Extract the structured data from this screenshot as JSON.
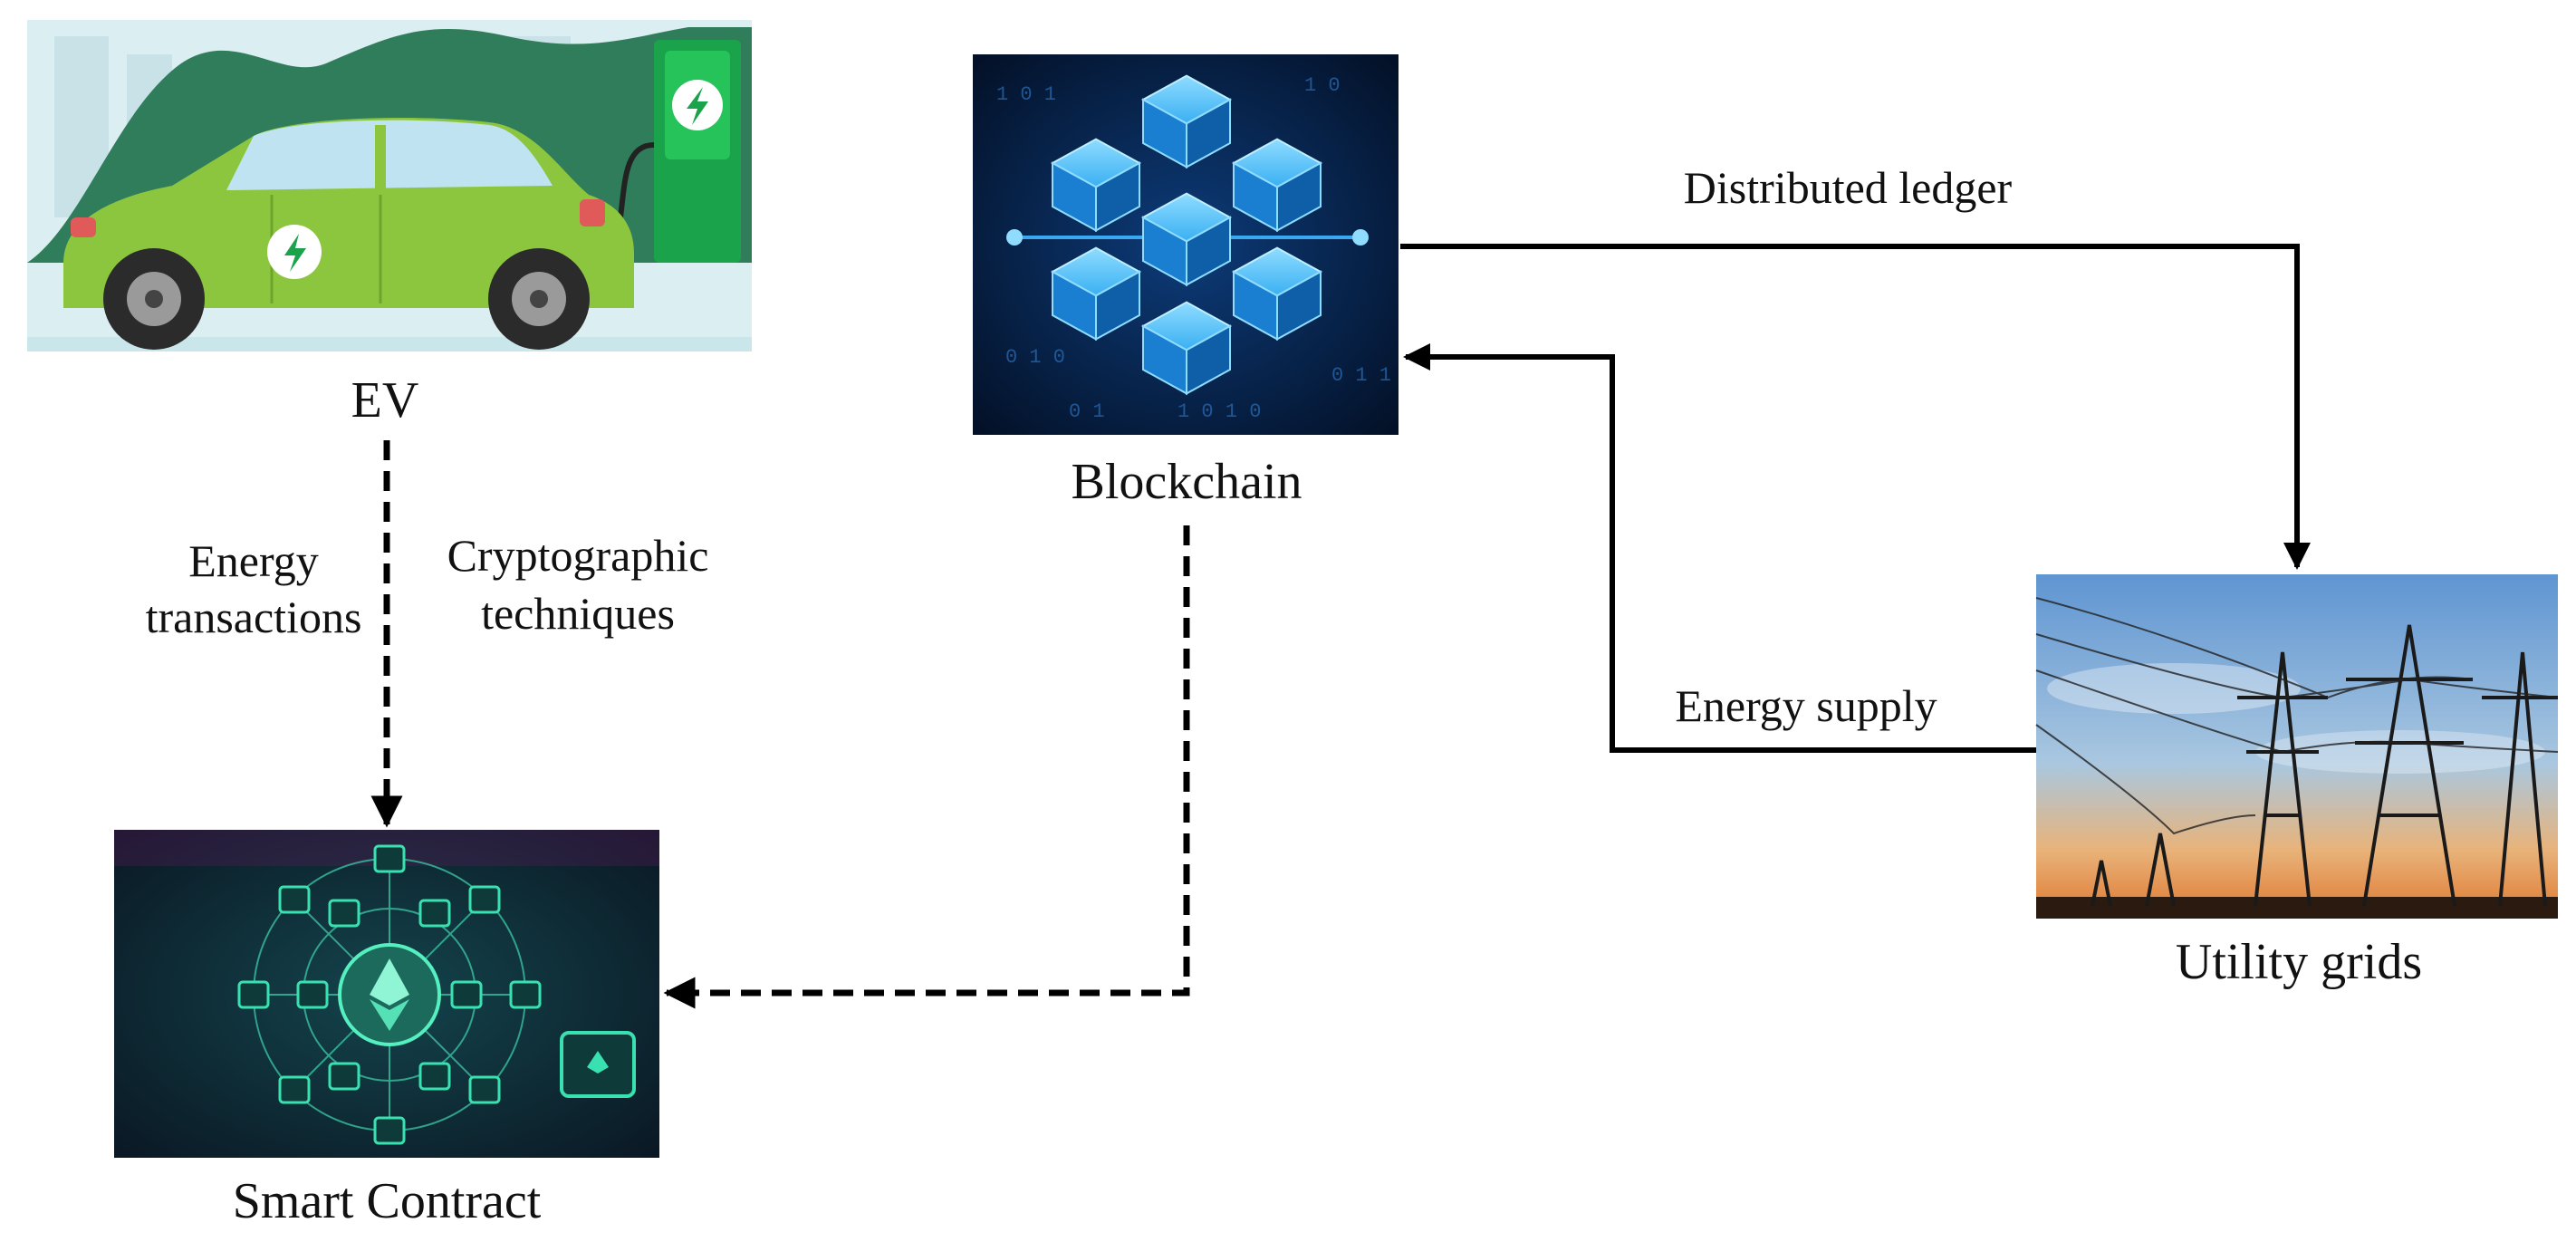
{
  "nodes": {
    "ev": {
      "label": "EV"
    },
    "blockchain": {
      "label": "Blockchain"
    },
    "smart_contract": {
      "label": "Smart Contract"
    },
    "utility_grids": {
      "label": "Utility grids"
    }
  },
  "edges": {
    "energy_transactions": {
      "line1": "Energy",
      "line2": "transactions"
    },
    "cryptographic_techniques": {
      "line1": "Cryptographic",
      "line2": "techniques"
    },
    "distributed_ledger": {
      "label": "Distributed ledger"
    },
    "energy_supply": {
      "label": "Energy supply"
    }
  },
  "colors": {
    "ev_body": "#8cc63f",
    "ev_background": "#2f7d5a",
    "blockchain_bg": "#061a3a",
    "blockchain_cube": "#2aa8f0",
    "smart_contract_bg": "#0c2430",
    "smart_contract_accent": "#39e0b0",
    "grid_sky_top": "#6aa0d8",
    "grid_sky_bottom": "#f0a050",
    "line": "#000000"
  },
  "icons": {
    "ev": "electric-car-charging-icon",
    "blockchain": "blockchain-cubes-icon",
    "smart_contract": "ethereum-network-icon",
    "utility_grids": "power-towers-icon"
  }
}
